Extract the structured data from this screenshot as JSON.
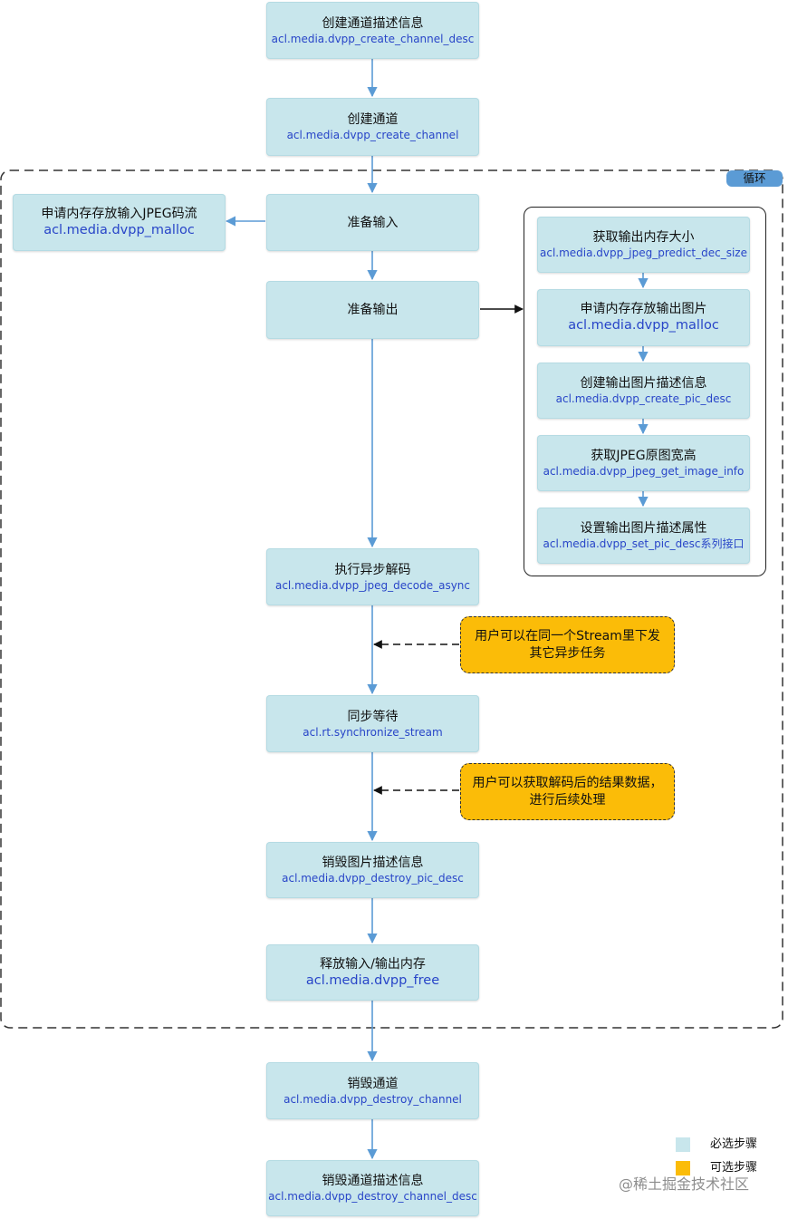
{
  "loop_label": "循环",
  "steps": {
    "create_channel_desc": {
      "title": "创建通道描述信息",
      "api": "acl.media.dvpp_create_channel_desc"
    },
    "create_channel": {
      "title": "创建通道",
      "api": "acl.media.dvpp_create_channel"
    },
    "prepare_input": {
      "title": "准备输入"
    },
    "malloc_input": {
      "title": "申请内存存放输入JPEG码流",
      "api": "acl.media.dvpp_malloc"
    },
    "prepare_output": {
      "title": "准备输出"
    },
    "decode_async": {
      "title": "执行异步解码",
      "api": "acl.media.dvpp_jpeg_decode_async"
    },
    "synchronize": {
      "title": "同步等待",
      "api": "acl.rt.synchronize_stream"
    },
    "destroy_pic_desc": {
      "title": "销毁图片描述信息",
      "api": "acl.media.dvpp_destroy_pic_desc"
    },
    "free_mem": {
      "title": "释放输入/输出内存",
      "api": "acl.media.dvpp_free"
    },
    "destroy_channel": {
      "title": "销毁通道",
      "api": "acl.media.dvpp_destroy_channel"
    },
    "destroy_channel_desc": {
      "title": "销毁通道描述信息",
      "api": "acl.media.dvpp_destroy_channel_desc"
    }
  },
  "output_prep": [
    {
      "title": "获取输出内存大小",
      "api": "acl.media.dvpp_jpeg_predict_dec_size"
    },
    {
      "title": "申请内存存放输出图片",
      "api": "acl.media.dvpp_malloc"
    },
    {
      "title": "创建输出图片描述信息",
      "api": "acl.media.dvpp_create_pic_desc"
    },
    {
      "title": "获取JPEG原图宽高",
      "api": "acl.media.dvpp_jpeg_get_image_info"
    },
    {
      "title": "设置输出图片描述属性",
      "api": "acl.media.dvpp_set_pic_desc",
      "api_suffix": "系列接口"
    }
  ],
  "notes": {
    "async_note": [
      "用户可以在同一个Stream里下发",
      "其它异步任务"
    ],
    "result_note": [
      "用户可以获取解码后的结果数据，",
      "进行后续处理"
    ]
  },
  "legend": {
    "required": "必选步骤",
    "optional": "可选步骤",
    "required_color": "#c8e6ec",
    "optional_color": "#fbbc08"
  },
  "colors": {
    "arrow": "#5b9bd5",
    "api_text": "#2845c8",
    "note": "#fbbc08",
    "step": "#c8e6ec"
  },
  "watermark": "@稀土掘金技术社区"
}
